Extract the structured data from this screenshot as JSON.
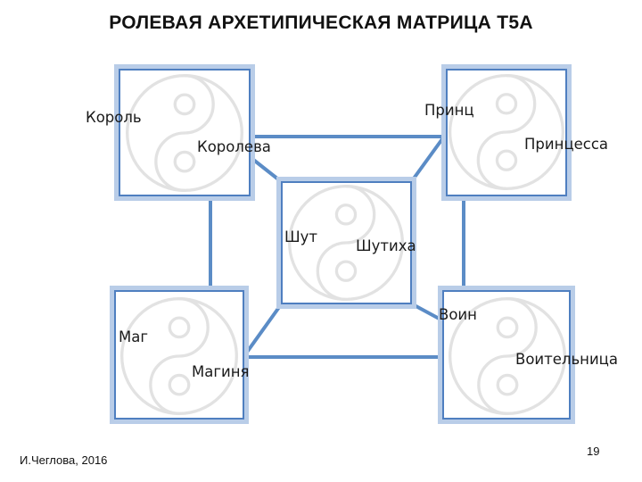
{
  "title": "РОЛЕВАЯ АРХЕТИПИЧЕСКАЯ МАТРИЦА Т5А",
  "boxes": {
    "top_left": {
      "label_a": "Король",
      "label_b": "Королева"
    },
    "top_right": {
      "label_a": "Принц",
      "label_b": "Принцесса"
    },
    "center": {
      "label_a": "Шут",
      "label_b": "Шутиха"
    },
    "bottom_left": {
      "label_a": "Маг",
      "label_b": "Магиня"
    },
    "bottom_right": {
      "label_a": "Воин",
      "label_b": "Воительница"
    }
  },
  "colors": {
    "frame": "#4f7fc0",
    "frame_glow": "#b9cde8",
    "connector": "#5b8cc6",
    "yinyang": "#e6e6e6"
  },
  "icon": "yin-yang-watermark",
  "footer": {
    "author": "И.Чеглова, 2016",
    "page_number": "19"
  }
}
